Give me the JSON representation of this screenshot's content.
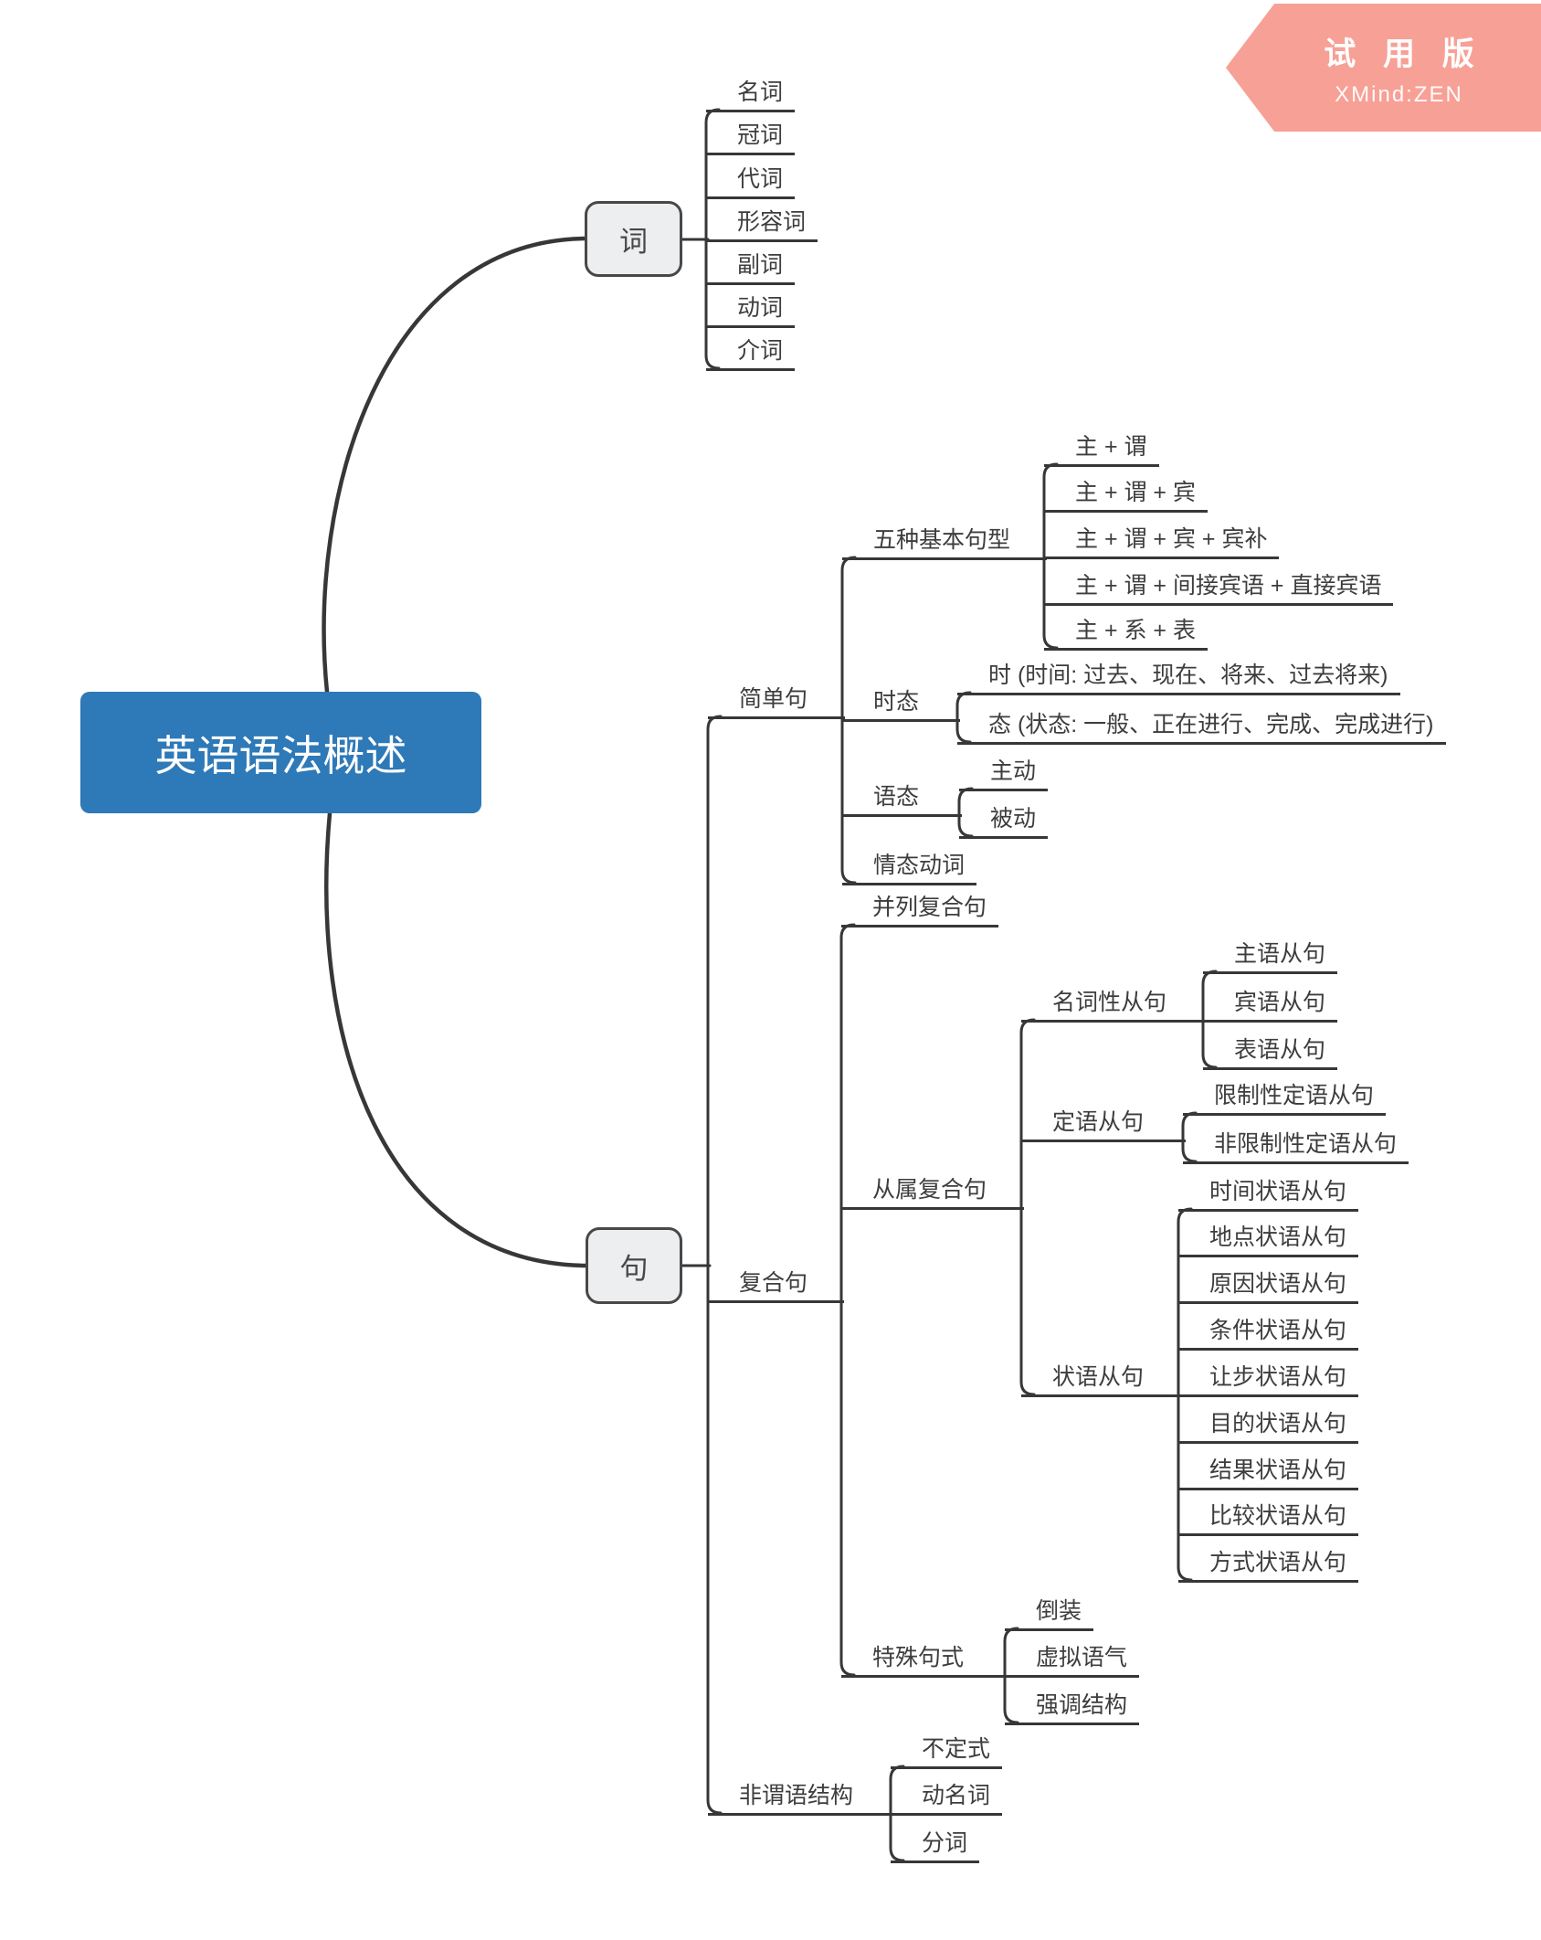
{
  "badge": {
    "title": "试 用 版",
    "subtitle": "XMind:ZEN"
  },
  "colors": {
    "root_fill": "#2e79b7",
    "node_fill": "#eceeef",
    "ribbon": "#f7a096",
    "line": "#373737",
    "text": "#3d3d3d"
  },
  "tree": {
    "label": "英语语法概述",
    "children": [
      {
        "label": "词",
        "children": [
          {
            "label": "名词"
          },
          {
            "label": "冠词"
          },
          {
            "label": "代词"
          },
          {
            "label": "形容词"
          },
          {
            "label": "副词"
          },
          {
            "label": "动词"
          },
          {
            "label": "介词"
          }
        ]
      },
      {
        "label": "句",
        "children": [
          {
            "label": "简单句",
            "children": [
              {
                "label": "五种基本句型",
                "children": [
                  {
                    "label": "主 + 谓"
                  },
                  {
                    "label": "主 + 谓 + 宾"
                  },
                  {
                    "label": "主 + 谓 + 宾 + 宾补"
                  },
                  {
                    "label": "主 + 谓 + 间接宾语 + 直接宾语"
                  },
                  {
                    "label": "主 + 系 + 表"
                  }
                ]
              },
              {
                "label": "时态",
                "children": [
                  {
                    "label": "时 (时间: 过去、现在、将来、过去将来)"
                  },
                  {
                    "label": "态 (状态: 一般、正在进行、完成、完成进行)"
                  }
                ]
              },
              {
                "label": "语态",
                "children": [
                  {
                    "label": "主动"
                  },
                  {
                    "label": "被动"
                  }
                ]
              },
              {
                "label": "情态动词"
              }
            ]
          },
          {
            "label": "复合句",
            "children": [
              {
                "label": "并列复合句"
              },
              {
                "label": "从属复合句",
                "children": [
                  {
                    "label": "名词性从句",
                    "children": [
                      {
                        "label": "主语从句"
                      },
                      {
                        "label": "宾语从句"
                      },
                      {
                        "label": "表语从句"
                      }
                    ]
                  },
                  {
                    "label": "定语从句",
                    "children": [
                      {
                        "label": "限制性定语从句"
                      },
                      {
                        "label": "非限制性定语从句"
                      }
                    ]
                  },
                  {
                    "label": "状语从句",
                    "children": [
                      {
                        "label": "时间状语从句"
                      },
                      {
                        "label": "地点状语从句"
                      },
                      {
                        "label": "原因状语从句"
                      },
                      {
                        "label": "条件状语从句"
                      },
                      {
                        "label": "让步状语从句"
                      },
                      {
                        "label": "目的状语从句"
                      },
                      {
                        "label": "结果状语从句"
                      },
                      {
                        "label": "比较状语从句"
                      },
                      {
                        "label": "方式状语从句"
                      }
                    ]
                  }
                ]
              },
              {
                "label": "特殊句式",
                "children": [
                  {
                    "label": "倒装"
                  },
                  {
                    "label": "虚拟语气"
                  },
                  {
                    "label": "强调结构"
                  }
                ]
              }
            ]
          },
          {
            "label": "非谓语结构",
            "children": [
              {
                "label": "不定式"
              },
              {
                "label": "动名词"
              },
              {
                "label": "分词"
              }
            ]
          }
        ]
      }
    ]
  }
}
